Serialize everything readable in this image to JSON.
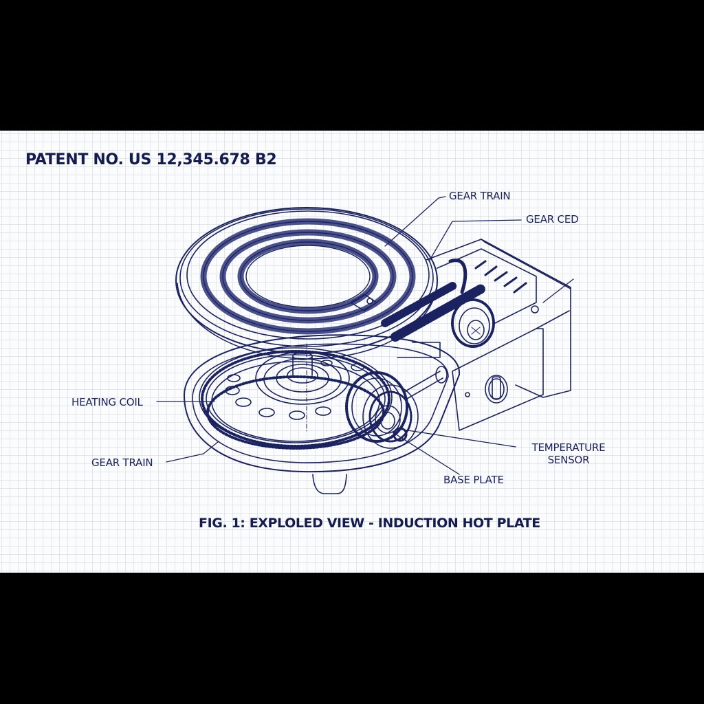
{
  "document": {
    "patent_number": "PATENT NO. US 12,345.678 B2",
    "figure_caption": "FIG. 1: EXPLOLED VIEW - INDUCTION HOT PLATE"
  },
  "colors": {
    "ink": "#1b2260",
    "title_ink": "#141c4f",
    "paper": "#fbfcfd",
    "grid": "#e4e6ea",
    "letterbox": "#000000"
  },
  "callouts": [
    {
      "id": "gear-train-top",
      "text": "GEAR TRAIN"
    },
    {
      "id": "gear-ced",
      "text": "GEAR CED"
    },
    {
      "id": "heating-coil",
      "text": "HEATING COIL"
    },
    {
      "id": "gear-train-bottom",
      "text": "GEAR TRAIN"
    },
    {
      "id": "temperature-sensor",
      "line1": "TEMPERATURE",
      "line2": "SENSOR"
    },
    {
      "id": "base-plate",
      "text": "BASE PLATE"
    }
  ]
}
